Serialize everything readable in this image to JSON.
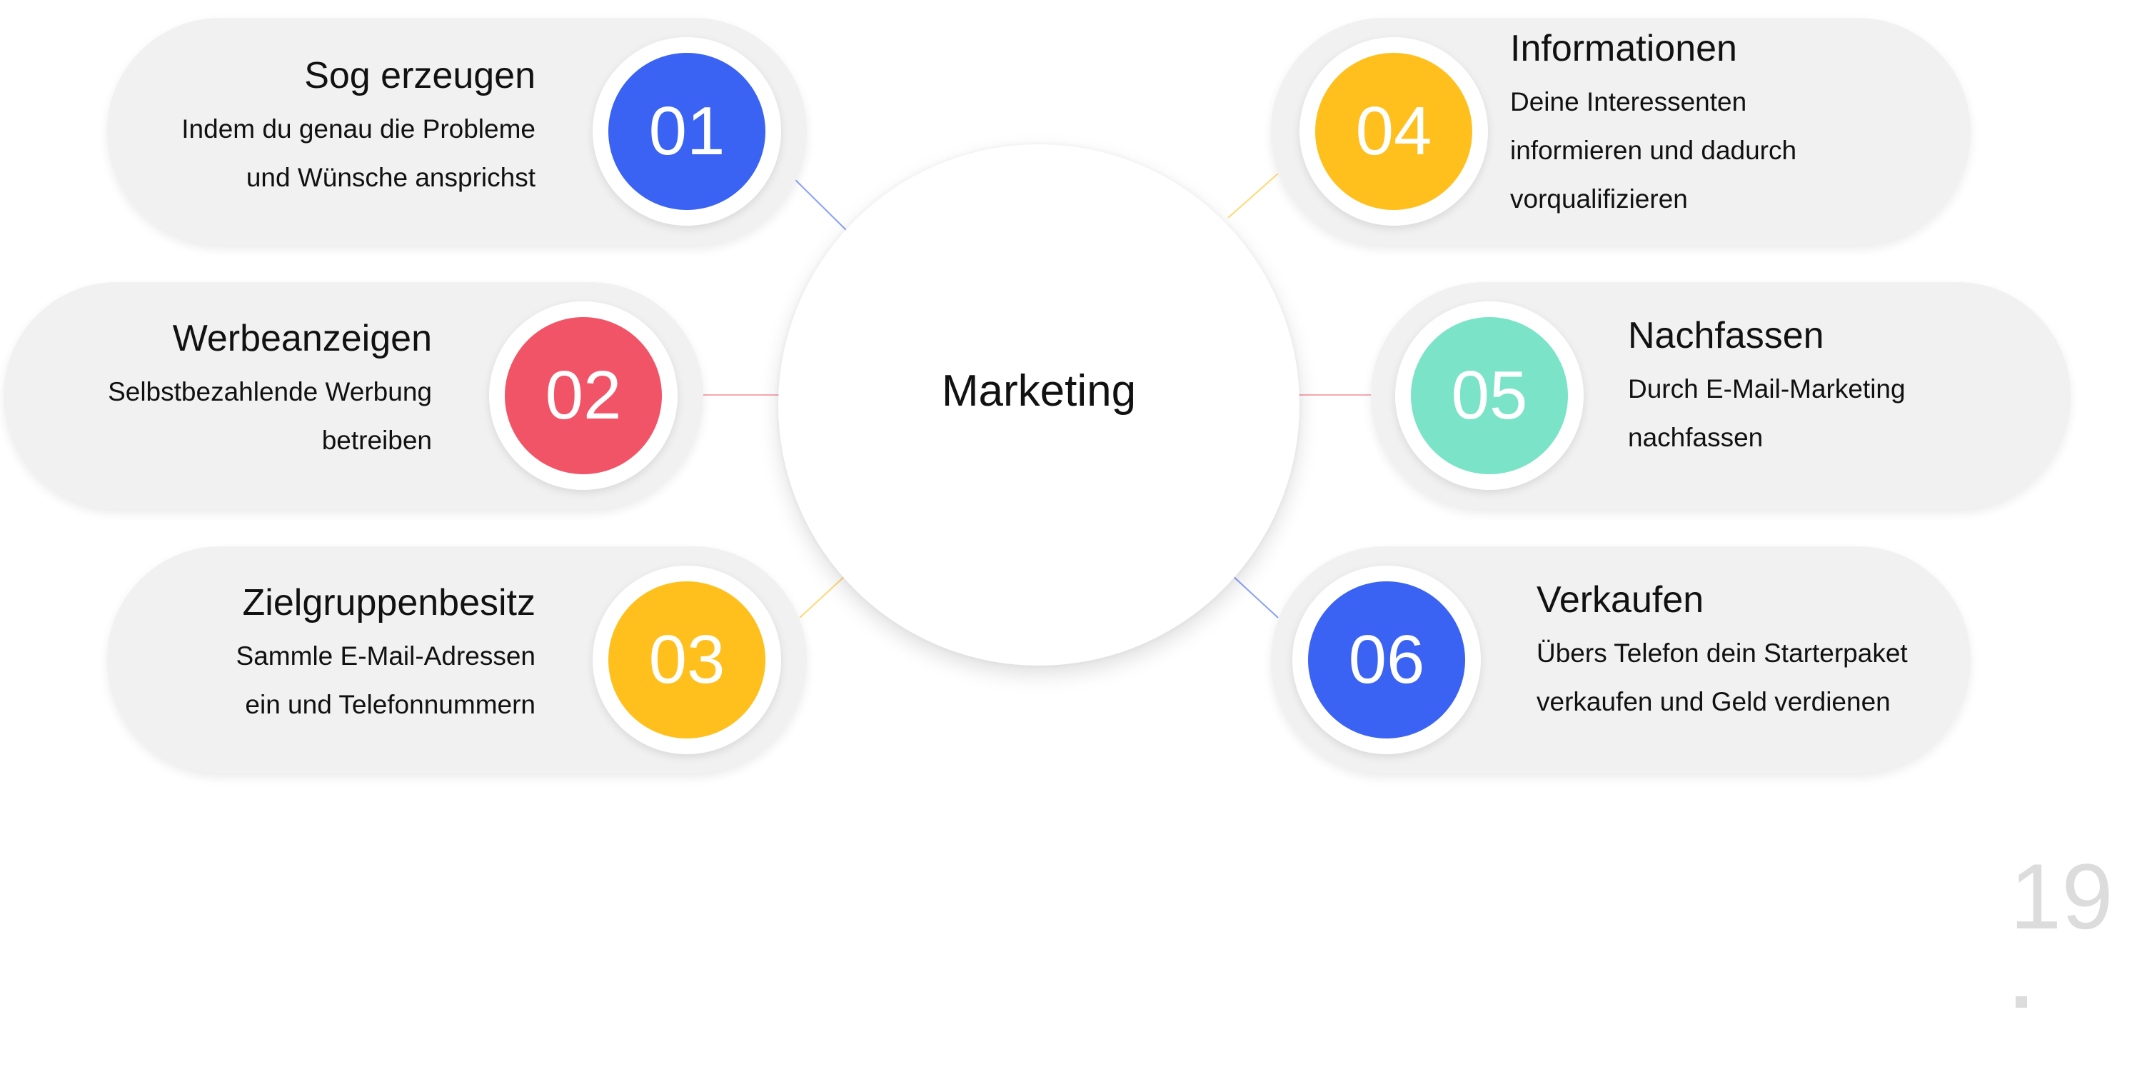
{
  "center": {
    "label": "Marketing"
  },
  "steps": [
    {
      "number": "01",
      "title": "Sog erzeugen",
      "desc1": "Indem du genau die Probleme",
      "desc2": "und Wünsche ansprichst",
      "desc3": "",
      "color": "#3a63f3"
    },
    {
      "number": "02",
      "title": "Werbeanzeigen",
      "desc1": "Selbstbezahlende Werbung",
      "desc2": "betreiben",
      "desc3": "",
      "color": "#f25467"
    },
    {
      "number": "03",
      "title": "Zielgruppenbesitz",
      "desc1": "Sammle E-Mail-Adressen",
      "desc2": "ein und Telefonnummern",
      "desc3": "",
      "color": "#ffc01e"
    },
    {
      "number": "04",
      "title": "Informationen",
      "desc1": "Deine Interessenten",
      "desc2": "informieren und dadurch",
      "desc3": "vorqualifizieren",
      "color": "#ffc01e"
    },
    {
      "number": "05",
      "title": "Nachfassen",
      "desc1": "Durch E-Mail-Marketing",
      "desc2": "nachfassen",
      "desc3": "",
      "color": "#7be3c8"
    },
    {
      "number": "06",
      "title": "Verkaufen",
      "desc1": "Übers Telefon dein Starterpaket",
      "desc2": "verkaufen und Geld verdienen",
      "desc3": "",
      "color": "#3a63f3"
    }
  ],
  "page_number": "19",
  "page_marker": "."
}
